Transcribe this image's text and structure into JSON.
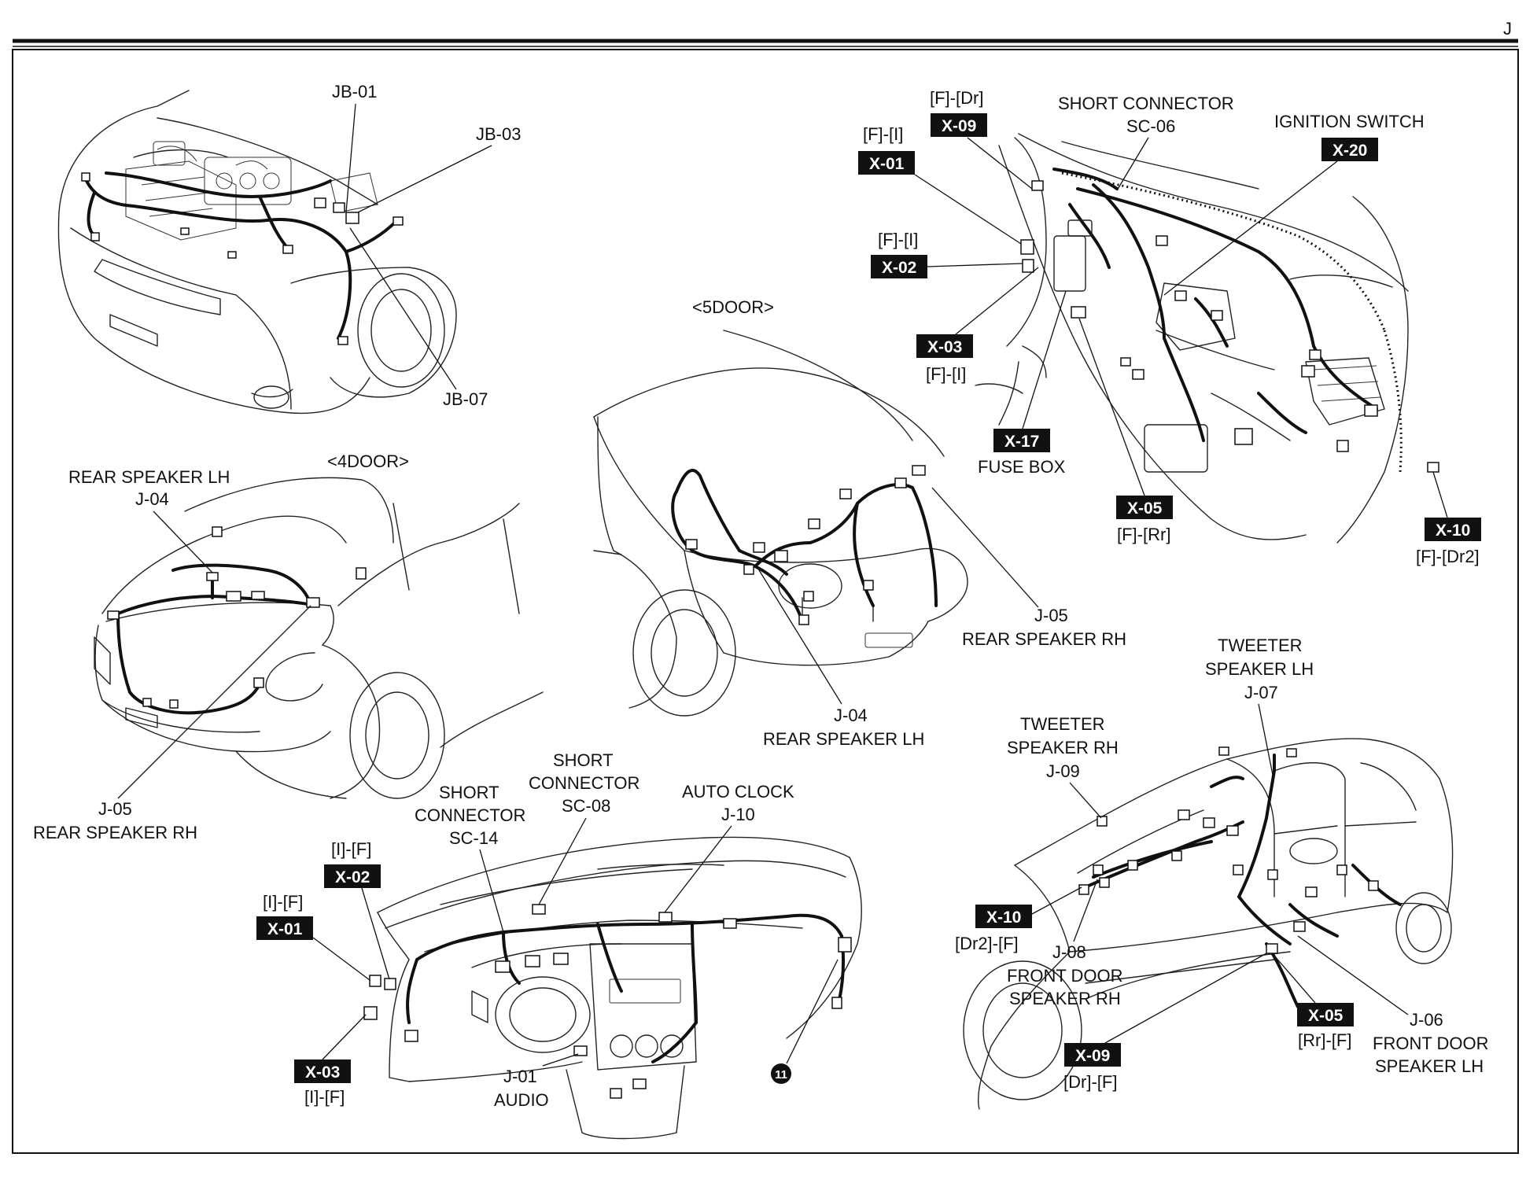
{
  "page": {
    "section_letter": "J"
  },
  "views": {
    "door4": "<4DOOR>",
    "door5": "<5DOOR>"
  },
  "labels": {
    "jb01": "JB-01",
    "jb03": "JB-03",
    "jb07": "JB-07",
    "x09_top_conn": "[F]-[Dr]",
    "x01_top_conn": "[F]-[I]",
    "x02_top_conn": "[F]-[I]",
    "x03_top_conn": "[F]-[I]",
    "short_conn_sc06_l1": "SHORT CONNECTOR",
    "short_conn_sc06_l2": "SC-06",
    "ignition_switch": "IGNITION SWITCH",
    "fuse_box": "FUSE BOX",
    "x05_top_conn": "[F]-[Rr]",
    "x10_top_conn": "[F]-[Dr2]",
    "rear_lh_4d_l1": "REAR SPEAKER LH",
    "rear_lh_4d_l2": "J-04",
    "rear_rh_4d_l1": "J-05",
    "rear_rh_4d_l2": "REAR SPEAKER RH",
    "rear_rh_5d_l1": "J-05",
    "rear_rh_5d_l2": "REAR SPEAKER RH",
    "rear_lh_5d_l1": "J-04",
    "rear_lh_5d_l2": "REAR SPEAKER LH",
    "sc14_l1": "SHORT",
    "sc14_l2": "CONNECTOR",
    "sc14_l3": "SC-14",
    "sc08_l1": "SHORT",
    "sc08_l2": "CONNECTOR",
    "sc08_l3": "SC-08",
    "auto_clock_l1": "AUTO CLOCK",
    "auto_clock_l2": "J-10",
    "x02_dash_conn": "[I]-[F]",
    "x01_dash_conn": "[I]-[F]",
    "x03_dash_conn": "[I]-[F]",
    "audio_l1": "J-01",
    "audio_l2": "AUDIO",
    "ground_11": "11",
    "tweeter_lh_l1": "TWEETER",
    "tweeter_lh_l2": "SPEAKER LH",
    "tweeter_lh_l3": "J-07",
    "tweeter_rh_l1": "TWEETER",
    "tweeter_rh_l2": "SPEAKER RH",
    "tweeter_rh_l3": "J-09",
    "x10_body_conn": "[Dr2]-[F]",
    "front_rh_l1": "J-08",
    "front_rh_l2": "FRONT DOOR",
    "front_rh_l3": "SPEAKER RH",
    "x05_body_conn": "[Rr]-[F]",
    "front_lh_l1": "J-06",
    "front_lh_l2": "FRONT DOOR",
    "front_lh_l3": "SPEAKER LH",
    "x09_body_conn": "[Dr]-[F]"
  },
  "badges": {
    "x09_top": "X-09",
    "x01_top": "X-01",
    "x02_top": "X-02",
    "x03_top": "X-03",
    "x20_top": "X-20",
    "x17_top": "X-17",
    "x05_top": "X-05",
    "x10_top": "X-10",
    "x02_dash": "X-02",
    "x01_dash": "X-01",
    "x03_dash": "X-03",
    "x10_body": "X-10",
    "x05_body": "X-05",
    "x09_body": "X-09"
  },
  "colors": {
    "ink": "#111111",
    "paper": "#ffffff",
    "badge_text": "#ffffff"
  }
}
